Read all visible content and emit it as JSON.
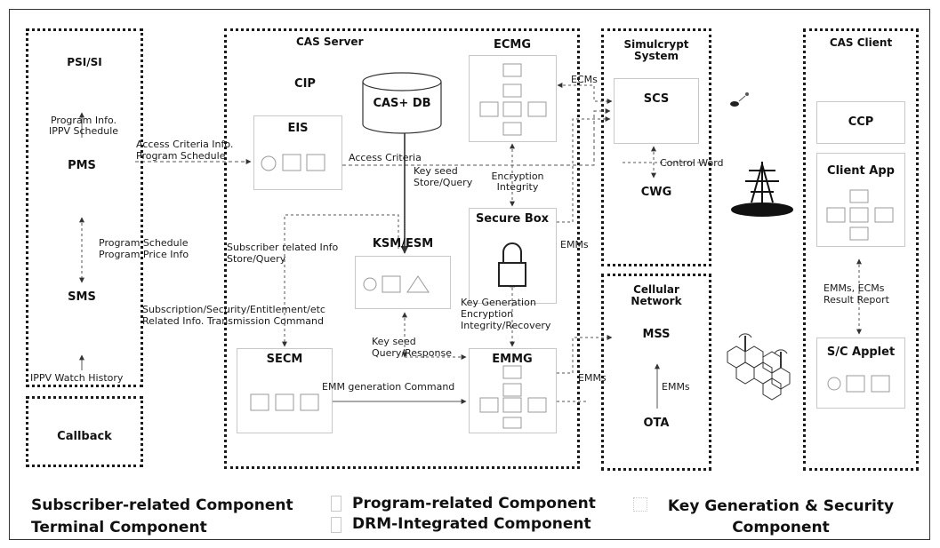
{
  "groups": {
    "psi_si": "PSI/SI",
    "cas_server": "CAS Server",
    "simulcrypt": "Simulcrypt\nSystem",
    "cellular": "Cellular\nNetwork",
    "cas_client": "CAS Client"
  },
  "components": {
    "pms": "PMS",
    "sms": "SMS",
    "callback": "Callback",
    "cip": "CIP",
    "cas_db": "CAS+ DB",
    "eis": "EIS",
    "ecmg": "ECMG",
    "ksm_esm": "KSM/ESM",
    "secure_box": "Secure Box",
    "secm": "SECM",
    "emmg": "EMMG",
    "scs": "SCS",
    "cwg": "CWG",
    "mss": "MSS",
    "ota": "OTA",
    "ccp": "CCP",
    "client_app": "Client App",
    "sc_applet": "S/C Applet"
  },
  "labels": {
    "program_info": "Program Info.\nIPPV Schedule",
    "access_criteria_info": "Access Criteria Info.\nProgram Schedule",
    "access_criteria": "Access Criteria",
    "key_seed_store": "Key seed\nStore/Query",
    "encryption_integrity": "Encryption\nIntegrity",
    "control_word": "Control Word",
    "ecms": "ECMs",
    "emms_secure": "EMMs",
    "program_schedule_price": "Program Schedule\nProgram Price Info",
    "subscriber_related": "Subscriber related Info\nStore/Query",
    "subscription_cmd": "Subscription/Security/Entitlement/etc\nRelated Info. Transmission Command",
    "key_generation": "Key Generation\nEncryption\nIntegrity/Recovery",
    "key_seed_query": "Key seed\nQuery/Response",
    "emm_gen_cmd": "EMM generation Command",
    "emms_emmg": "EMMs",
    "ippv_watch": "IPPV Watch History",
    "emms_ota": "EMMs",
    "emms_ecms_report": "EMMs, ECMs\nResult Report"
  },
  "legend": {
    "subscriber": "Subscriber-related Component",
    "terminal": "Terminal Component",
    "program": "Program-related Component",
    "drm": "DRM-Integrated Component",
    "keygen": "Key Generation & Security\nComponent"
  },
  "icons": [
    "satellite-icon",
    "transmission-tower-icon",
    "cellular-network-icon",
    "lock-icon"
  ]
}
